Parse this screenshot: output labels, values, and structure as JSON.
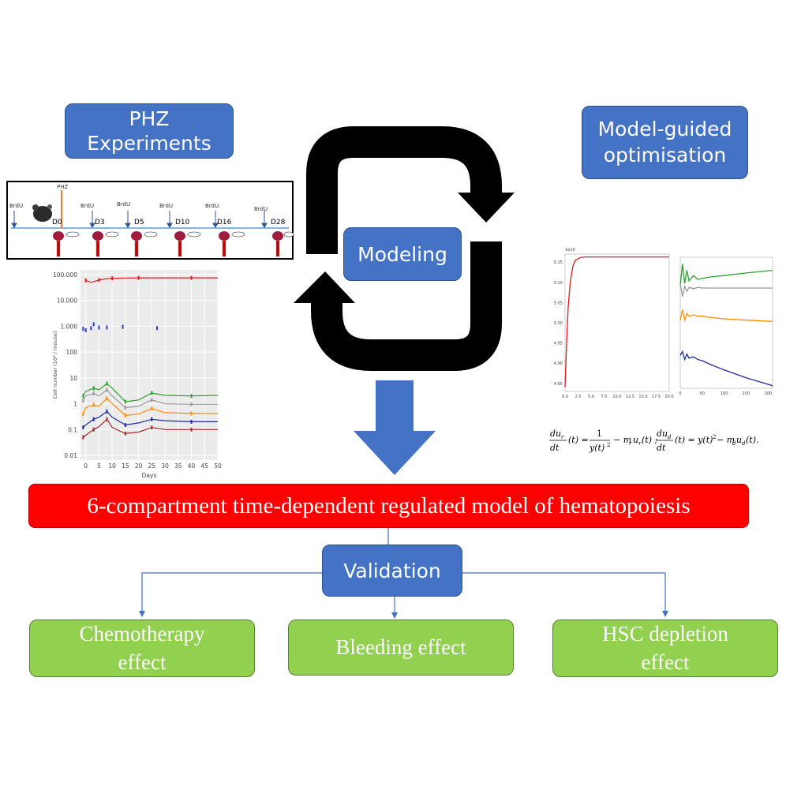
{
  "boxes": {
    "phz_experiments": "PHZ\nExperiments",
    "model_guided": "Model-guided\noptimisation",
    "modeling": "Modeling",
    "model_title": "6-compartment time-dependent regulated model of hematopoiesis",
    "validation": "Validation",
    "chemotherapy": "Chemotherapy\neffect",
    "bleeding": "Bleeding effect",
    "hsc_depletion": "HSC depletion\neffect"
  },
  "colors": {
    "box_blue": "#4472c4",
    "box_green": "#92d050",
    "box_red": "#ff0000",
    "arrow_black": "#000000",
    "connector_blue": "#4472c4"
  },
  "timeline": {
    "brdu_label": "BrdU",
    "phz_label": "PHZ",
    "days": [
      "D0",
      "D3",
      "D5",
      "D10",
      "D16",
      "D28"
    ],
    "icons": [
      "mouse-icon",
      "spleen-icon",
      "bone-icon",
      "blood-tube-icon"
    ]
  },
  "chart_data": [
    {
      "type": "line",
      "scale": "log",
      "xlabel": "Days",
      "ylabel": "Cell number (10⁶ / mouse)",
      "xlim": [
        -2,
        50
      ],
      "x_ticks": [
        "0",
        "5",
        "10",
        "15",
        "20",
        "25",
        "30",
        "35",
        "40",
        "45",
        "50"
      ],
      "y_ticks": [
        "100.000",
        "10.000",
        "1.000",
        "100",
        "10",
        "1",
        "0.1",
        "0.01"
      ],
      "grid": true,
      "series": [
        {
          "color": "#e31a1c",
          "x": [
            0,
            2,
            5,
            8,
            10,
            15,
            20,
            30,
            40,
            50
          ],
          "y": [
            60000,
            50000,
            62000,
            70000,
            72000,
            74000,
            75000,
            75000,
            75000,
            75000
          ]
        },
        {
          "color": "#2b3bcc",
          "x": [
            -1,
            0,
            2,
            3,
            5,
            8,
            14,
            27
          ],
          "y": [
            800,
            700,
            850,
            1200,
            900,
            900,
            950,
            850
          ]
        },
        {
          "color": "#2ca02c",
          "x": [
            -1,
            0,
            3,
            5,
            8,
            10,
            15,
            20,
            25,
            30,
            40,
            50
          ],
          "y": [
            2,
            3,
            4,
            3.5,
            6,
            4,
            1.2,
            1.4,
            2.6,
            2.1,
            2.0,
            2.1
          ]
        },
        {
          "color": "#999999",
          "x": [
            -1,
            0,
            3,
            5,
            8,
            10,
            15,
            20,
            25,
            30,
            40,
            50
          ],
          "y": [
            1.3,
            2,
            2.5,
            2,
            3.5,
            2,
            0.7,
            0.8,
            1.4,
            1.0,
            0.95,
            0.95
          ]
        },
        {
          "color": "#ff8c00",
          "x": [
            -1,
            0,
            3,
            5,
            8,
            10,
            15,
            20,
            25,
            30,
            40,
            50
          ],
          "y": [
            0.4,
            0.7,
            0.9,
            0.8,
            1.6,
            1.0,
            0.35,
            0.4,
            0.65,
            0.45,
            0.42,
            0.42
          ]
        },
        {
          "color": "#1f2a9c",
          "x": [
            -1,
            0,
            3,
            5,
            8,
            10,
            15,
            20,
            25,
            30,
            40,
            50
          ],
          "y": [
            0.12,
            0.15,
            0.25,
            0.3,
            0.5,
            0.3,
            0.15,
            0.18,
            0.25,
            0.22,
            0.2,
            0.2
          ]
        },
        {
          "color": "#a52a2a",
          "x": [
            -1,
            0,
            3,
            5,
            8,
            10,
            15,
            20,
            25,
            30,
            40,
            50
          ],
          "y": [
            0.05,
            0.06,
            0.1,
            0.13,
            0.25,
            0.12,
            0.07,
            0.08,
            0.12,
            0.1,
            0.1,
            0.1
          ]
        }
      ]
    },
    {
      "type": "line",
      "x_ticks": [
        "0.0",
        "2.5",
        "5.0",
        "7.5",
        "10.0",
        "12.5",
        "15.0",
        "17.5",
        "20.0"
      ],
      "y_ticks": [
        "4.85",
        "4.90",
        "4.95",
        "5.00",
        "5.05",
        "5.10",
        "5.15"
      ],
      "y_offset_label": "1e10",
      "xlim": [
        0,
        20
      ],
      "ylim": [
        4.83,
        5.17
      ],
      "series": [
        {
          "color": "#e31a1c",
          "x": [
            0,
            0.3,
            0.6,
            1,
            1.5,
            2,
            3,
            4,
            6,
            10,
            20
          ],
          "y": [
            4.84,
            4.95,
            5.04,
            5.1,
            5.14,
            5.155,
            5.162,
            5.163,
            5.163,
            5.163,
            5.163
          ]
        }
      ]
    },
    {
      "type": "line",
      "x_ticks": [
        "0",
        "50",
        "100",
        "150",
        "200"
      ],
      "xlim": [
        0,
        210
      ],
      "ylim": [
        0,
        1
      ],
      "series": [
        {
          "color": "#2ca02c",
          "x": [
            0,
            5,
            10,
            15,
            20,
            30,
            40,
            50,
            70,
            100,
            150,
            210
          ],
          "y": [
            0.78,
            0.95,
            0.8,
            0.9,
            0.82,
            0.86,
            0.83,
            0.84,
            0.85,
            0.86,
            0.88,
            0.9
          ]
        },
        {
          "color": "#999999",
          "x": [
            0,
            5,
            10,
            15,
            20,
            30,
            40,
            50,
            70,
            100,
            150,
            210
          ],
          "y": [
            0.8,
            0.7,
            0.78,
            0.74,
            0.77,
            0.76,
            0.77,
            0.765,
            0.765,
            0.765,
            0.765,
            0.765
          ]
        },
        {
          "color": "#ff8c00",
          "x": [
            0,
            5,
            10,
            15,
            20,
            30,
            40,
            50,
            70,
            100,
            150,
            210
          ],
          "y": [
            0.52,
            0.6,
            0.52,
            0.57,
            0.55,
            0.56,
            0.55,
            0.55,
            0.54,
            0.53,
            0.52,
            0.51
          ]
        },
        {
          "color": "#1f2a9c",
          "x": [
            0,
            5,
            10,
            15,
            20,
            30,
            40,
            50,
            70,
            100,
            150,
            210
          ],
          "y": [
            0.25,
            0.28,
            0.22,
            0.26,
            0.23,
            0.24,
            0.22,
            0.21,
            0.18,
            0.14,
            0.08,
            0.02
          ]
        }
      ]
    }
  ]
}
